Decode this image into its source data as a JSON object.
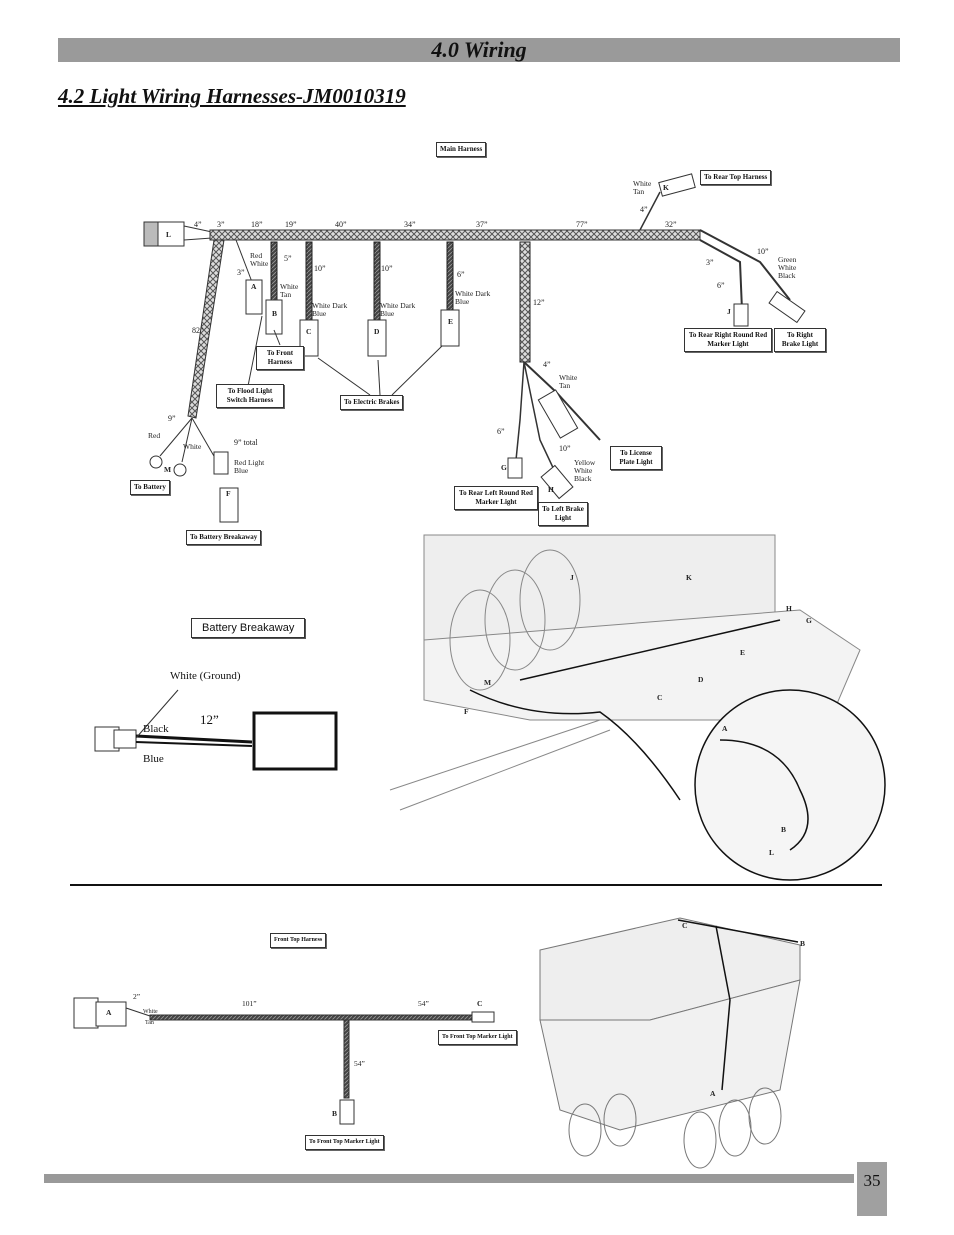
{
  "header": {
    "section_title": "4.0 Wiring",
    "subtitle": "4.2 Light Wiring Harnesses-JM0010319"
  },
  "main_harness": {
    "label": "Main Harness",
    "to_rear_top_harness": "To Rear Top Harness",
    "to_front_harness": "To Front Harness",
    "to_flood_light": "To Flood Light Switch Harness",
    "to_electric_brakes": "To Electric Brakes",
    "to_battery": "To Battery",
    "to_battery_breakaway": "To Battery Breakaway",
    "to_rear_right_round": "To Rear Right Round Red Marker Light",
    "to_right_brake": "To Right Brake Light",
    "to_license_plate": "To License Plate Light",
    "to_rear_left_round": "To Rear Left Round Red Marker Light",
    "to_left_brake": "To Left Brake Light",
    "dims_top": [
      "4”",
      "3”",
      "18”",
      "19”",
      "40”",
      "34”",
      "37”",
      "77”",
      "32”"
    ],
    "wire_colors": {
      "red_white": "Red White",
      "white_tan": "White Tan",
      "white_dark_blue": "White Dark Blue",
      "green_white_black": "Green White Black",
      "yellow_white_black": "Yellow White Black",
      "red": "Red",
      "white": "White",
      "red_light_blue": "Red Light Blue"
    },
    "misc_dims": {
      "d3": "3”",
      "d5": "5”",
      "d10": "10”",
      "d6": "6”",
      "d12": "12”",
      "d82": "82”",
      "d9": "9”",
      "d9total": "9” total",
      "d4": "4”"
    },
    "connectors": [
      "A",
      "B",
      "C",
      "D",
      "E",
      "F",
      "G",
      "H",
      "J",
      "K",
      "L",
      "M"
    ]
  },
  "battery_breakaway": {
    "label": "Battery Breakaway",
    "white_ground": "White (Ground)",
    "length": "12”",
    "black": "Black",
    "blue": "Blue"
  },
  "front_top_harness": {
    "label": "Front Top Harness",
    "to_front_top_marker_light": "To Front Top Marker Light",
    "d2": "2”",
    "d101": "101”",
    "d54a": "54”",
    "d54b": "54”",
    "white": "White",
    "tan": "Tan"
  },
  "page_number": "35"
}
